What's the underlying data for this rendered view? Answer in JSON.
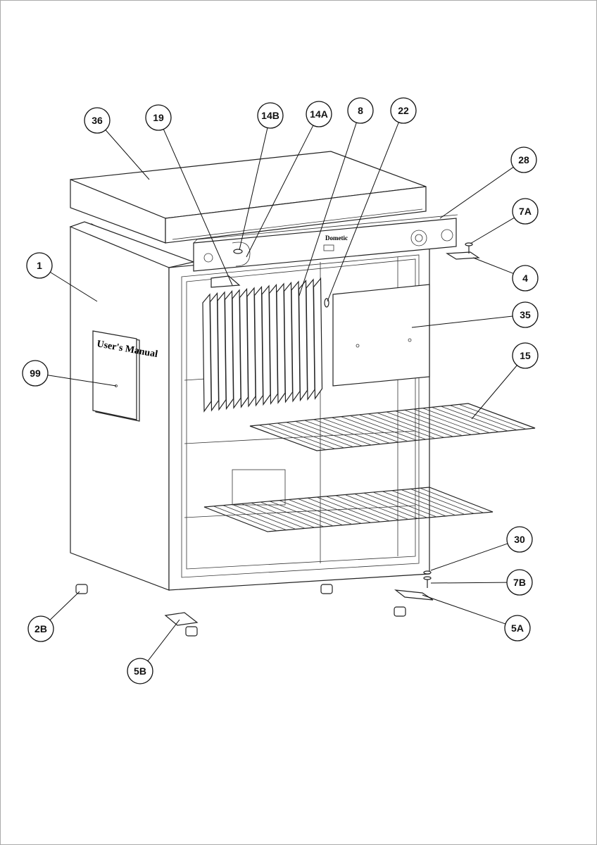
{
  "diagram": {
    "brand_label": "Dometic",
    "manual_label": "User's Manual",
    "callouts": [
      {
        "id": "36",
        "label": "36"
      },
      {
        "id": "19",
        "label": "19"
      },
      {
        "id": "14B",
        "label": "14B"
      },
      {
        "id": "14A",
        "label": "14A"
      },
      {
        "id": "8",
        "label": "8"
      },
      {
        "id": "22",
        "label": "22"
      },
      {
        "id": "28",
        "label": "28"
      },
      {
        "id": "7A",
        "label": "7A"
      },
      {
        "id": "4",
        "label": "4"
      },
      {
        "id": "1",
        "label": "1"
      },
      {
        "id": "35",
        "label": "35"
      },
      {
        "id": "99",
        "label": "99"
      },
      {
        "id": "15",
        "label": "15"
      },
      {
        "id": "30",
        "label": "30"
      },
      {
        "id": "7B",
        "label": "7B"
      },
      {
        "id": "5A",
        "label": "5A"
      },
      {
        "id": "2B",
        "label": "2B"
      },
      {
        "id": "5B",
        "label": "5B"
      }
    ]
  }
}
